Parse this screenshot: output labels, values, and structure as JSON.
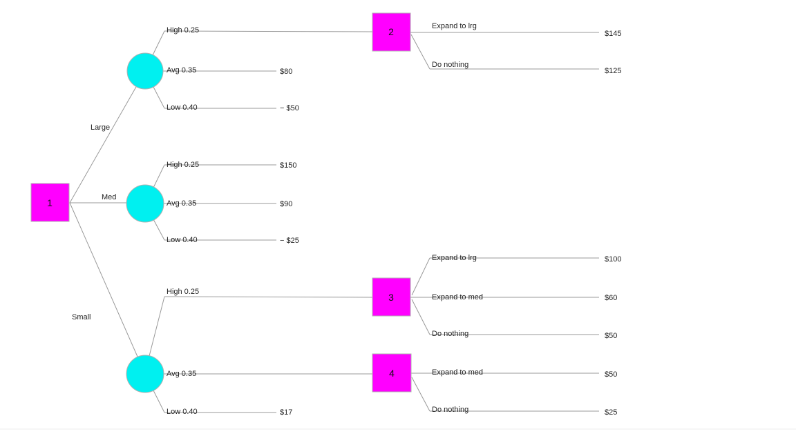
{
  "diagram": {
    "type": "decision-tree",
    "colors": {
      "decision_node": "#ff00ff",
      "chance_node": "#00f0f0",
      "connector": "#999999"
    },
    "tree": {
      "root": {
        "label": "1"
      },
      "branches": {
        "large": {
          "label": "Large",
          "chance": {
            "high": {
              "label": "High 0.25"
            },
            "avg": {
              "label": "Avg 0.35",
              "payoff": "$80"
            },
            "low": {
              "label": "Low 0.40",
              "payoff": "− $50"
            }
          }
        },
        "med": {
          "label": "Med",
          "chance": {
            "high": {
              "label": "High 0.25",
              "payoff": "$150"
            },
            "avg": {
              "label": "Avg 0.35",
              "payoff": "$90"
            },
            "low": {
              "label": "Low 0.40",
              "payoff": "− $25"
            }
          }
        },
        "small": {
          "label": "Small",
          "chance": {
            "high": {
              "label": "High 0.25"
            },
            "avg": {
              "label": "Avg 0.35"
            },
            "low": {
              "label": "Low 0.40",
              "payoff": "$17"
            }
          }
        }
      },
      "node2": {
        "label": "2",
        "options": {
          "expand_lrg": {
            "label": "Expand to lrg",
            "payoff": "$145"
          },
          "do_nothing": {
            "label": "Do nothing",
            "payoff": "$125"
          }
        }
      },
      "node3": {
        "label": "3",
        "options": {
          "expand_lrg": {
            "label": "Expand to lrg",
            "payoff": "$100"
          },
          "expand_med": {
            "label": "Expand to med",
            "payoff": "$60"
          },
          "do_nothing": {
            "label": "Do nothing",
            "payoff": "$50"
          }
        }
      },
      "node4": {
        "label": "4",
        "options": {
          "expand_med": {
            "label": "Expand to med",
            "payoff": "$50"
          },
          "do_nothing": {
            "label": "Do nothing",
            "payoff": "$25"
          }
        }
      }
    }
  }
}
